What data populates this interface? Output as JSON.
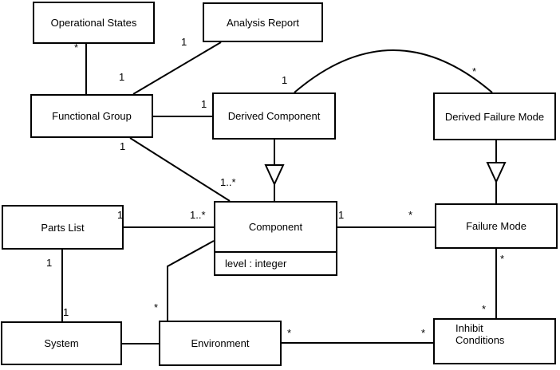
{
  "classes": {
    "operational_states": {
      "label": "Operational States"
    },
    "analysis_report": {
      "label": "Analysis Report"
    },
    "functional_group": {
      "label": "Functional Group"
    },
    "derived_component": {
      "label": "Derived Component"
    },
    "derived_failure_mode": {
      "label": "Derived Failure Mode"
    },
    "parts_list": {
      "label": "Parts List"
    },
    "component": {
      "label": "Component",
      "attributes": "level : integer"
    },
    "failure_mode": {
      "label": "Failure Mode"
    },
    "system": {
      "label": "System"
    },
    "environment": {
      "label": "Environment"
    },
    "inhibit_conditions": {
      "label": "Inhibit\nConditions"
    }
  },
  "multiplicities": [
    {
      "text": "*",
      "end": "operational-states"
    },
    {
      "text": "1",
      "end": "analysis-report"
    },
    {
      "text": "1",
      "end": "functional-group-at-analysis-report-link"
    },
    {
      "text": "1",
      "end": "derived-component-at-functional-group-link"
    },
    {
      "text": "1",
      "end": "functional-group-at-component-link"
    },
    {
      "text": "1",
      "end": "derived-component-at-arc"
    },
    {
      "text": "*",
      "end": "derived-failure-mode-at-arc"
    },
    {
      "text": "1..*",
      "end": "component-at-functional-group-link"
    },
    {
      "text": "1",
      "end": "parts-list-at-component-link"
    },
    {
      "text": "1..*",
      "end": "component-at-parts-list-link"
    },
    {
      "text": "1",
      "end": "component-at-failure-mode-link"
    },
    {
      "text": "*",
      "end": "failure-mode-at-component-link"
    },
    {
      "text": "*",
      "end": "failure-mode-at-inhibit-link"
    },
    {
      "text": "*",
      "end": "inhibit-conditions-at-failure-mode-link"
    },
    {
      "text": "*",
      "end": "environment-at-component-link"
    },
    {
      "text": "*",
      "end": "environment-at-inhibit-link"
    },
    {
      "text": "*",
      "end": "inhibit-conditions-at-environment-link"
    },
    {
      "text": "1",
      "end": "parts-list-at-system-link"
    },
    {
      "text": "1",
      "end": "system-at-parts-list-link"
    }
  ],
  "associations": [
    {
      "from": "Operational States",
      "to": "Functional Group",
      "type": "association",
      "from_mult": "*",
      "to_mult": ""
    },
    {
      "from": "Analysis Report",
      "to": "Functional Group",
      "type": "association",
      "from_mult": "1",
      "to_mult": "1"
    },
    {
      "from": "Functional Group",
      "to": "Derived Component",
      "type": "association",
      "from_mult": "",
      "to_mult": "1"
    },
    {
      "from": "Functional Group",
      "to": "Component",
      "type": "association",
      "from_mult": "1",
      "to_mult": "1..*"
    },
    {
      "from": "Derived Component",
      "to": "Derived Failure Mode",
      "type": "association-arc",
      "from_mult": "1",
      "to_mult": "*"
    },
    {
      "from": "Derived Component",
      "to": "Component",
      "type": "generalization",
      "from_mult": "",
      "to_mult": ""
    },
    {
      "from": "Derived Failure Mode",
      "to": "Failure Mode",
      "type": "generalization",
      "from_mult": "",
      "to_mult": ""
    },
    {
      "from": "Parts List",
      "to": "Component",
      "type": "association",
      "from_mult": "1",
      "to_mult": "1..*"
    },
    {
      "from": "Component",
      "to": "Failure Mode",
      "type": "association",
      "from_mult": "1",
      "to_mult": "*"
    },
    {
      "from": "Parts List",
      "to": "System",
      "type": "association",
      "from_mult": "1",
      "to_mult": "1"
    },
    {
      "from": "System",
      "to": "Environment",
      "type": "association",
      "from_mult": "",
      "to_mult": ""
    },
    {
      "from": "Environment",
      "to": "Component",
      "type": "association",
      "from_mult": "*",
      "to_mult": ""
    },
    {
      "from": "Environment",
      "to": "Inhibit Conditions",
      "type": "association",
      "from_mult": "*",
      "to_mult": "*"
    },
    {
      "from": "Failure Mode",
      "to": "Inhibit Conditions",
      "type": "association",
      "from_mult": "*",
      "to_mult": "*"
    }
  ],
  "colors": {
    "line": "#000000",
    "box_border": "#000000",
    "box_fill": "#ffffff",
    "background": "#ffffff",
    "text": "#000000"
  }
}
